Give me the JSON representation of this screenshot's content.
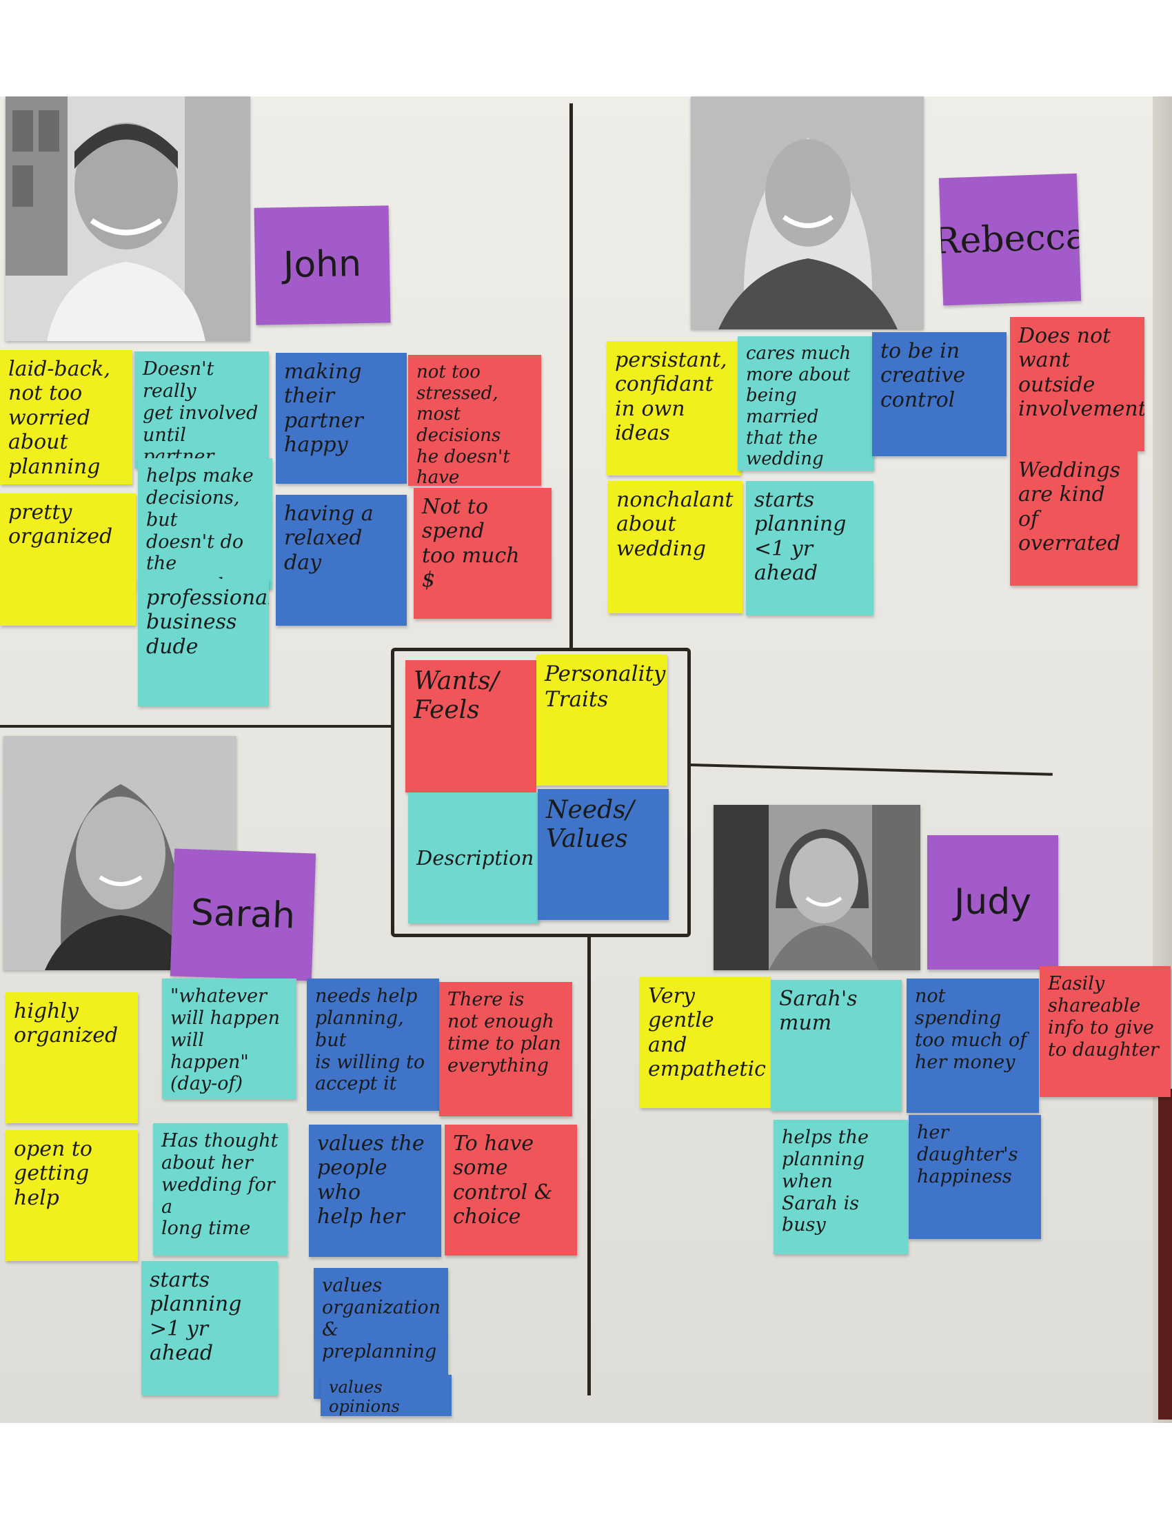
{
  "personas": {
    "john": {
      "name": "John",
      "photo_icon": "man-portrait-photo",
      "notes": {
        "trait_1": "laid-back,\nnot too\nworried\nabout planning",
        "trait_2": "pretty\norganized",
        "desc_1": "Doesn't really\nget involved\nuntil partner\nasks him to",
        "desc_2": "helps make\ndecisions, but\ndoesn't do\nthe research",
        "desc_3": "professional\nbusiness\ndude",
        "need_1": "making\ntheir partner\nhappy",
        "need_2": "having a\nrelaxed\nday",
        "want_1": "not too\nstressed,\nmost decisions\nhe doesn't have\nto research",
        "want_2": "Not to spend\ntoo much\n$"
      }
    },
    "rebecca": {
      "name": "Rebecca",
      "photo_icon": "woman-portrait-photo",
      "notes": {
        "trait_1": "persistant,\nconfidant\nin own\nideas",
        "trait_2": "nonchalant\nabout\nwedding",
        "desc_1": "cares much\nmore about\nbeing married\nthat the\nwedding",
        "desc_2": "starts\nplanning\n<1 yr\nahead",
        "need_1": "to be in\ncreative\ncontrol",
        "want_1": "Does not\nwant\noutside\ninvolvement",
        "want_2": "Weddings\nare kind of\noverrated"
      }
    },
    "sarah": {
      "name": "Sarah",
      "photo_icon": "woman-portrait-photo",
      "notes": {
        "trait_1": "highly\norganized",
        "trait_2": "open to\ngetting\nhelp",
        "desc_1": "\"whatever\nwill happen\nwill happen\"\n(day-of)",
        "desc_2": "Has thought\nabout her\nwedding for a\nlong time",
        "desc_3": "starts\nplanning\n>1 yr\nahead",
        "need_1": "needs help\nplanning, but\nis willing to\naccept it",
        "need_2": "values the\npeople who\nhelp her",
        "need_3": "values\norganization\n&\npreplanning",
        "need_4": "values opinions\nof others &",
        "want_1": "There is\nnot enough\ntime to plan\neverything",
        "want_2": "To have some\ncontrol &\nchoice"
      }
    },
    "judy": {
      "name": "Judy",
      "photo_icon": "woman-portrait-photo",
      "notes": {
        "trait_1": "Very gentle\nand\nempathetic",
        "desc_1": "Sarah's\nmum",
        "desc_2": "helps the\nplanning when\nSarah is busy",
        "need_1": "not spending\ntoo much of\nher money",
        "need_2": "her daughter's\nhappiness",
        "want_1": "Easily\nshareable\ninfo to give\nto daughter"
      }
    }
  },
  "legend": {
    "wants": "Wants/\nFeels",
    "traits": "Personality\nTraits",
    "description": "Description",
    "needs": "Needs/\nValues"
  },
  "colors": {
    "yellow": "#f2f01c",
    "teal": "#6fd8cf",
    "blue": "#3f74c9",
    "red": "#f0555a",
    "purple": "#a25bc8"
  }
}
